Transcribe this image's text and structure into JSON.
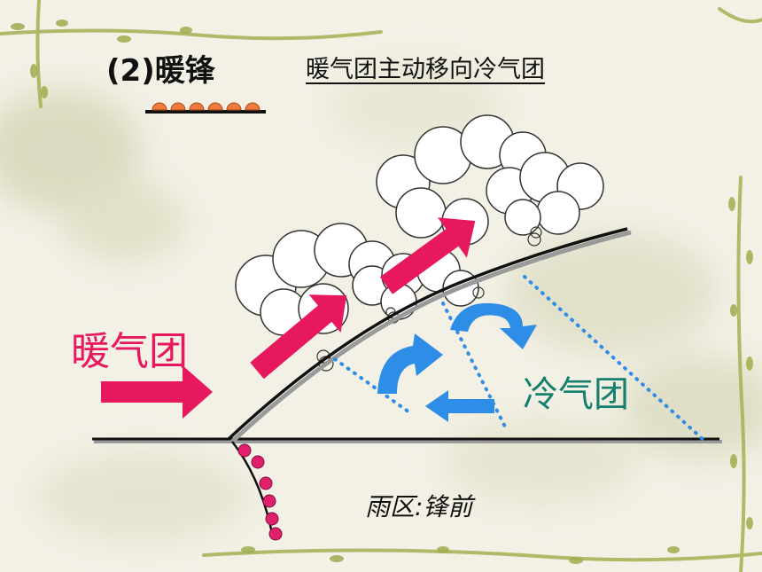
{
  "title": "(2)暖锋",
  "subtitle": "暖气团主动移向冷气团",
  "labels": {
    "warm_air_mass": "暖气团",
    "cold_air_mass": "冷气团",
    "rain_zone": "雨区:锋前"
  },
  "colors": {
    "warm": "#e8185e",
    "cold_text": "#14806e",
    "cold_arrow": "#2e8de6",
    "front_symbol": "#f07a3c",
    "rain_dots": "#e0206a",
    "cloud_fill": "#ffffff",
    "background": "#f3f1e6"
  },
  "icons": {
    "front_legend": "warm-front-symbol-icon",
    "warm_arrow": "arrow-right-icon",
    "cold_arrow": "curved-arrow-icon",
    "cloud": "cloud-icon"
  }
}
